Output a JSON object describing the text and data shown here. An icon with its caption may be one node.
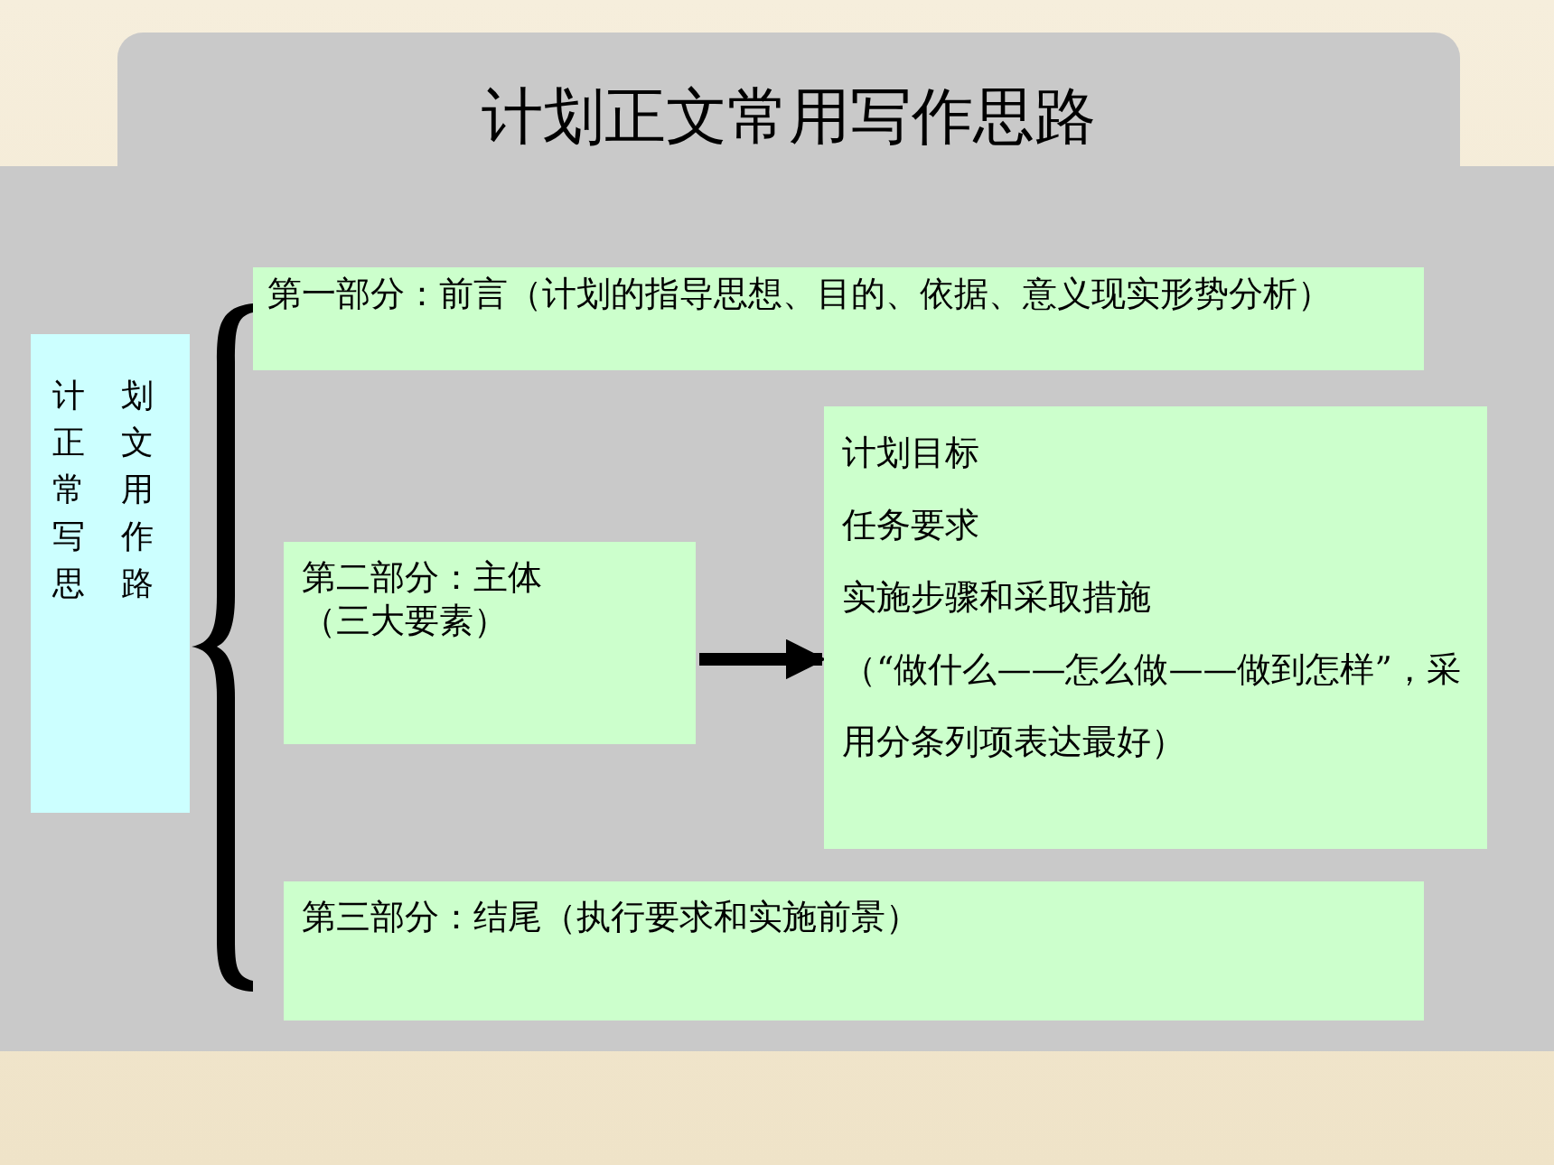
{
  "diagram": {
    "title": "计划正文常用写作思路",
    "nodes": [
      {
        "text": [
          "计划正文常用写作思路"
        ]
      },
      {
        "text": [],
        "shape": "brace"
      },
      {
        "text": [
          "第一部分：前言（计划的指导思想、目的、依据、意义现实形势分析）"
        ]
      },
      {
        "text": [
          "第二部分：主体（三大要素）"
        ]
      },
      {
        "text": [
          "计划目标",
          "任务要求",
          "实施步骤和采取措施",
          "（“做什么——怎么做——做到怎样”，采用分条列项表达最好）"
        ]
      },
      {
        "text": [
          "第三部分：结尾（执行要求和实施前景）"
        ]
      }
    ],
    "edges": [
      {
        "from": 3,
        "to": 4,
        "arrow": "to"
      }
    ]
  }
}
